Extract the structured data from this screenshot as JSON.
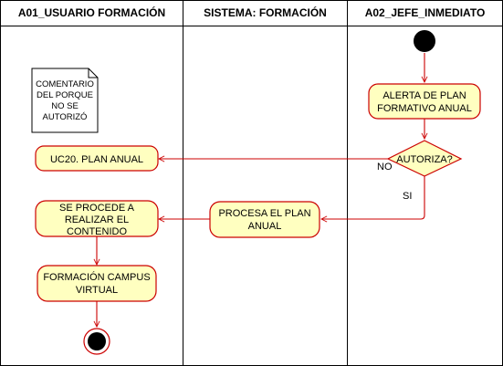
{
  "lanes": [
    {
      "title": "A01_USUARIO FORMACIÓN"
    },
    {
      "title": "SISTEMA: FORMACIÓN"
    },
    {
      "title": "A02_JEFE_INMEDIATO"
    }
  ],
  "note": {
    "lines": [
      "COMENTARIO",
      "DEL PORQUE",
      "NO SE",
      "AUTORIZÓ"
    ]
  },
  "nodes": {
    "alerta": {
      "lines": [
        "ALERTA DE PLAN",
        "FORMATIVO ANUAL"
      ]
    },
    "decision": {
      "label": "AUTORIZA?"
    },
    "uc20": {
      "lines": [
        "UC20. PLAN ANUAL"
      ]
    },
    "procesa": {
      "lines": [
        "PROCESA EL PLAN",
        "ANUAL"
      ]
    },
    "procede": {
      "lines": [
        "SE PROCEDE A",
        "REALIZAR EL",
        "CONTENIDO"
      ]
    },
    "campus": {
      "lines": [
        "FORMACIÓN CAMPUS",
        "VIRTUAL"
      ]
    }
  },
  "edge_labels": {
    "no": "NO",
    "si": "SI"
  },
  "colors": {
    "action_fill": "#ffffc0",
    "action_stroke": "#cc0000",
    "flow": "#cc0000",
    "lane_border": "#000000",
    "start": "#000000"
  }
}
